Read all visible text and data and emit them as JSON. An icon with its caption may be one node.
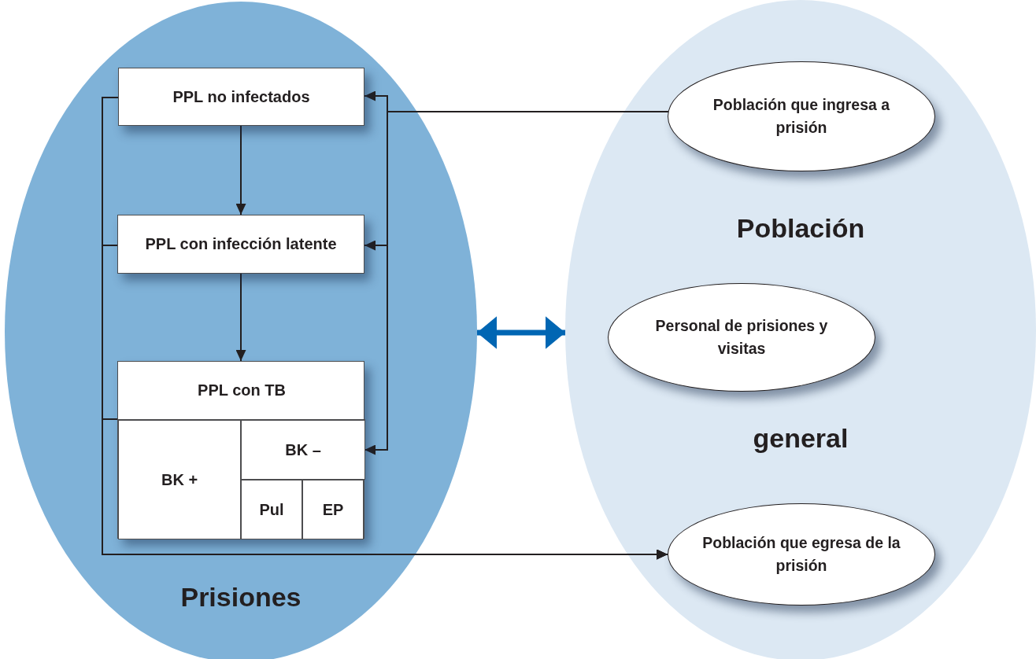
{
  "diagram": {
    "nodes": [
      {
        "text": [
          "Prisiones"
        ]
      },
      {
        "text": [
          "PPL no infectados"
        ],
        "in": 0
      },
      {
        "text": [
          "PPL con infección latente"
        ],
        "in": 0
      },
      {
        "text": [
          "PPL con TB"
        ],
        "in": 0
      },
      {
        "text": [
          "BK +"
        ],
        "in": 3
      },
      {
        "text": [
          "BK –"
        ],
        "in": 3
      },
      {
        "text": [
          "Pul"
        ],
        "in": 3
      },
      {
        "text": [
          "EP"
        ],
        "in": 3
      },
      {
        "text": [
          "Población",
          "general"
        ]
      },
      {
        "text": [
          "Población que ingresa a prisión"
        ],
        "in": 8
      },
      {
        "text": [
          "Personal de prisiones y visitas"
        ],
        "in": 8
      },
      {
        "text": [
          "Población que egresa de la prisión"
        ],
        "in": 8
      }
    ],
    "edges": [
      {
        "from": 1,
        "to": 2,
        "arrow": "to"
      },
      {
        "from": 2,
        "to": 3,
        "arrow": "to"
      },
      {
        "from": 9,
        "to": 1,
        "arrow": "to"
      },
      {
        "from": 9,
        "to": 2,
        "arrow": "to"
      },
      {
        "from": 9,
        "to": 5,
        "arrow": "to"
      },
      {
        "from": 1,
        "to": 11,
        "arrow": "to"
      },
      {
        "from": 2,
        "to": 11,
        "arrow": "to"
      },
      {
        "from": 3,
        "to": 11,
        "arrow": "to"
      },
      {
        "from": 0,
        "to": 8,
        "arrow": "both",
        "style": "thick",
        "color": "#0066b3"
      }
    ]
  }
}
